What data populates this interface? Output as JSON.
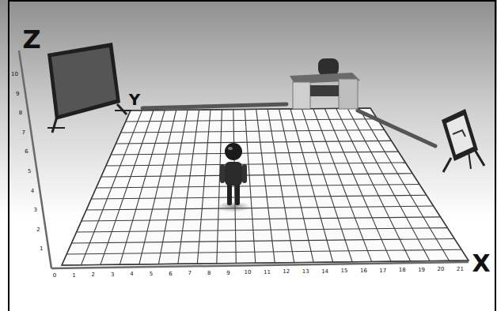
{
  "diagram": {
    "labels": [
      "Z",
      "10",
      "9",
      "8",
      "7",
      "6",
      "5",
      "4",
      "3",
      "2",
      "1",
      "Y",
      "0",
      "1",
      "2",
      "3",
      "4",
      "5",
      "6",
      "7",
      "8",
      "9",
      "10",
      "11",
      "12",
      "13",
      "14",
      "15",
      "16",
      "17",
      "18",
      "19",
      "20",
      "21",
      "X"
    ]
  }
}
